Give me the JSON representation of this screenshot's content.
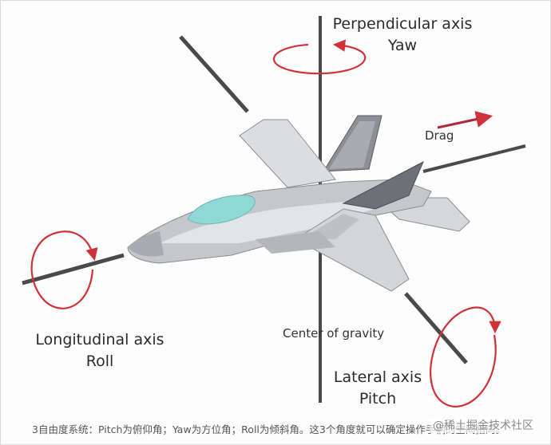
{
  "labels": {
    "perpendicular_axis": "Perpendicular axis",
    "yaw": "Yaw",
    "drag": "Drag",
    "longitudinal_axis": "Longitudinal axis",
    "roll": "Roll",
    "center_of_gravity": "Center of gravity",
    "lateral_axis": "Lateral axis",
    "pitch": "Pitch"
  },
  "caption": "3自由度系统：Pitch为俯仰角；Yaw为方位角；Roll为倾斜角。这3个角度就可以确定操作手柄的空间指向。",
  "watermark": "@稀土掘金技术社区",
  "colors": {
    "axis": "#4a4a4a",
    "arrow_red": "#d0323a",
    "fuselage": "#c6c7cb",
    "fuselage_light": "#e3e4e7",
    "fuselage_dark": "#6e7077",
    "canopy": "#8fd8d6"
  }
}
